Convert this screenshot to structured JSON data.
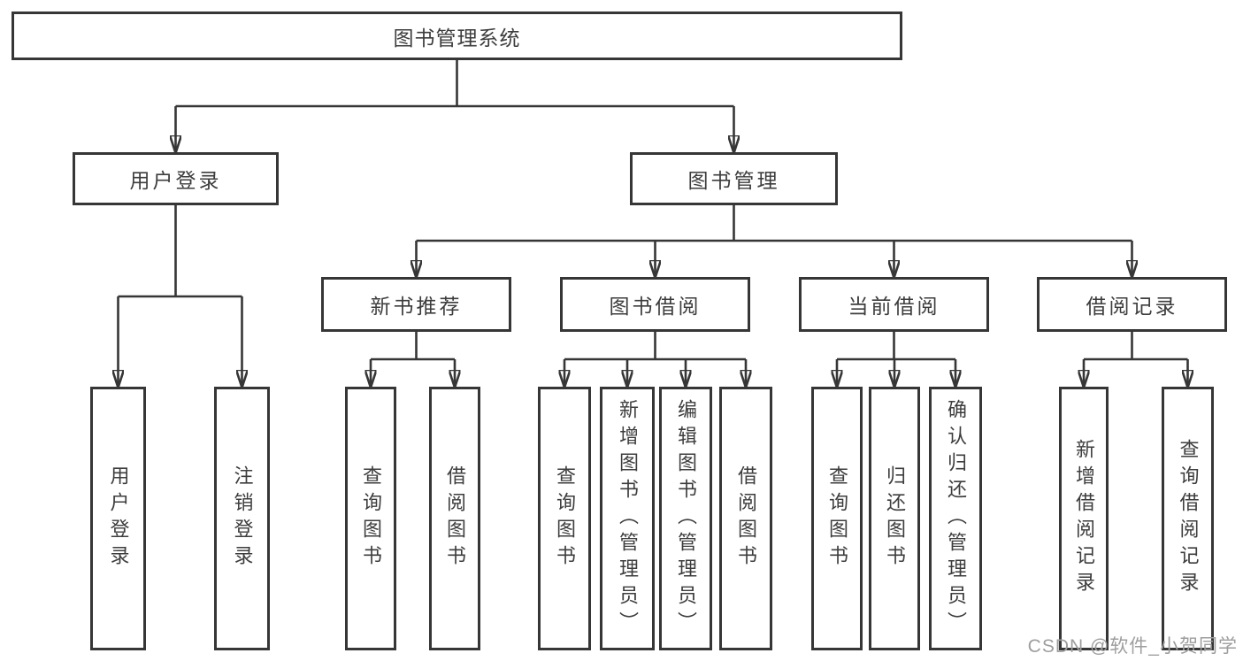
{
  "diagram": {
    "root": {
      "label": "图书管理系统",
      "children": [
        {
          "label": "用户登录",
          "children": [
            {
              "label": "用户登录"
            },
            {
              "label": "注销登录"
            }
          ]
        },
        {
          "label": "图书管理",
          "children": [
            {
              "label": "新书推荐",
              "children": [
                {
                  "label": "查询图书"
                },
                {
                  "label": "借阅图书"
                }
              ]
            },
            {
              "label": "图书借阅",
              "children": [
                {
                  "label": "查询图书"
                },
                {
                  "label": "新增图书（管理员）"
                },
                {
                  "label": "编辑图书（管理员）"
                },
                {
                  "label": "借阅图书"
                }
              ]
            },
            {
              "label": "当前借阅",
              "children": [
                {
                  "label": "查询图书"
                },
                {
                  "label": "归还图书"
                },
                {
                  "label": "确认归还（管理员）"
                }
              ]
            },
            {
              "label": "借阅记录",
              "children": [
                {
                  "label": "新增借阅记录"
                },
                {
                  "label": "查询借阅记录"
                }
              ]
            }
          ]
        }
      ]
    }
  },
  "watermark": {
    "text": "CSDN @软件_小贺同学",
    "color": "#9e9e9e"
  },
  "colors": {
    "line": "#363636",
    "box_border": "#363636",
    "text": "#3d3d3d",
    "background": "#ffffff"
  }
}
